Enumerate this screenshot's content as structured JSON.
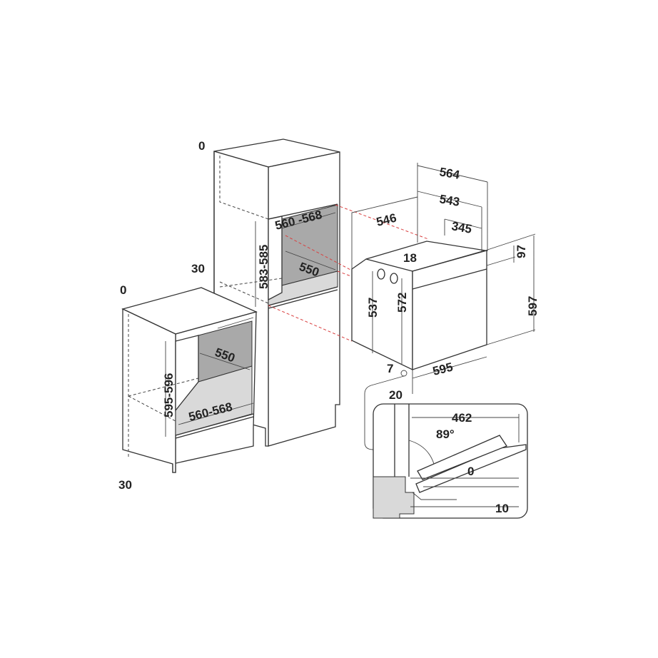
{
  "dimensions": {
    "tall_cabinet": {
      "top_gap": "0",
      "side_gap": "30",
      "niche_width": "560 -568",
      "niche_height": "583-585",
      "niche_depth": "550"
    },
    "base_cabinet": {
      "top_gap": "0",
      "bottom_gap": "30",
      "niche_depth": "550",
      "niche_height": "595-596",
      "niche_width": "560-568"
    },
    "oven": {
      "depth_total": "564",
      "depth_body": "543",
      "depth_345": "345",
      "width_body": "546",
      "top_offset": "18",
      "side_height": "537",
      "body_height": "572",
      "panel_height": "97",
      "front_height": "597",
      "bottom_offset": "7",
      "front_width": "595",
      "door_thickness": "20"
    },
    "door_detail": {
      "door_open_length": "462",
      "angle": "89°",
      "gap_top": "0",
      "gap_bottom": "10"
    }
  },
  "colors": {
    "line": "#333333",
    "projection": "#d94040",
    "niche": "#a9a9a9"
  }
}
